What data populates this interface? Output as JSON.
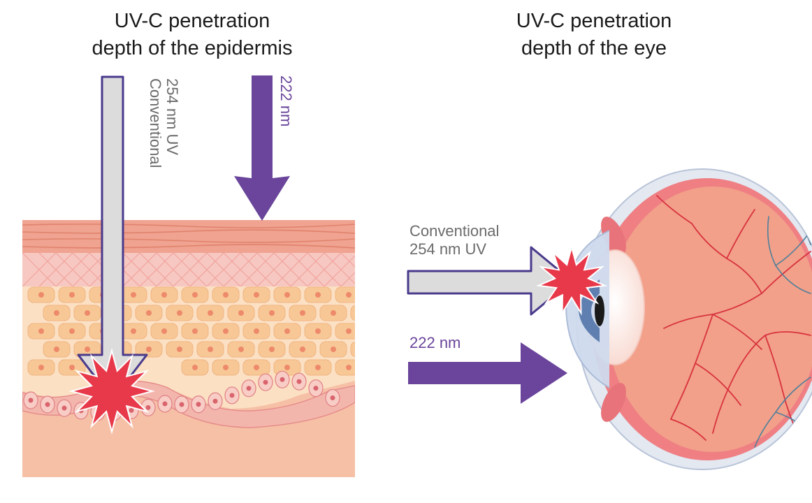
{
  "left_panel": {
    "title_line1": "UV-C penetration",
    "title_line2": "depth of the epidermis",
    "conventional_label_line1": "Conventional",
    "conventional_label_line2": "254 nm UV",
    "far_uvc_label": "222 nm"
  },
  "right_panel": {
    "title_line1": "UV-C penetration",
    "title_line2": "depth of the eye",
    "conventional_label_line1": "Conventional",
    "conventional_label_line2": "254 nm UV",
    "far_uvc_label": "222 nm"
  },
  "colors": {
    "far_uvc_purple": "#6a459b",
    "conventional_gray": "#dcdcdc",
    "impact_red": "#e8394a",
    "skin_surface": "#efa390",
    "dermis": "#f7c1a7",
    "eye_retina": "#f2a08a"
  }
}
